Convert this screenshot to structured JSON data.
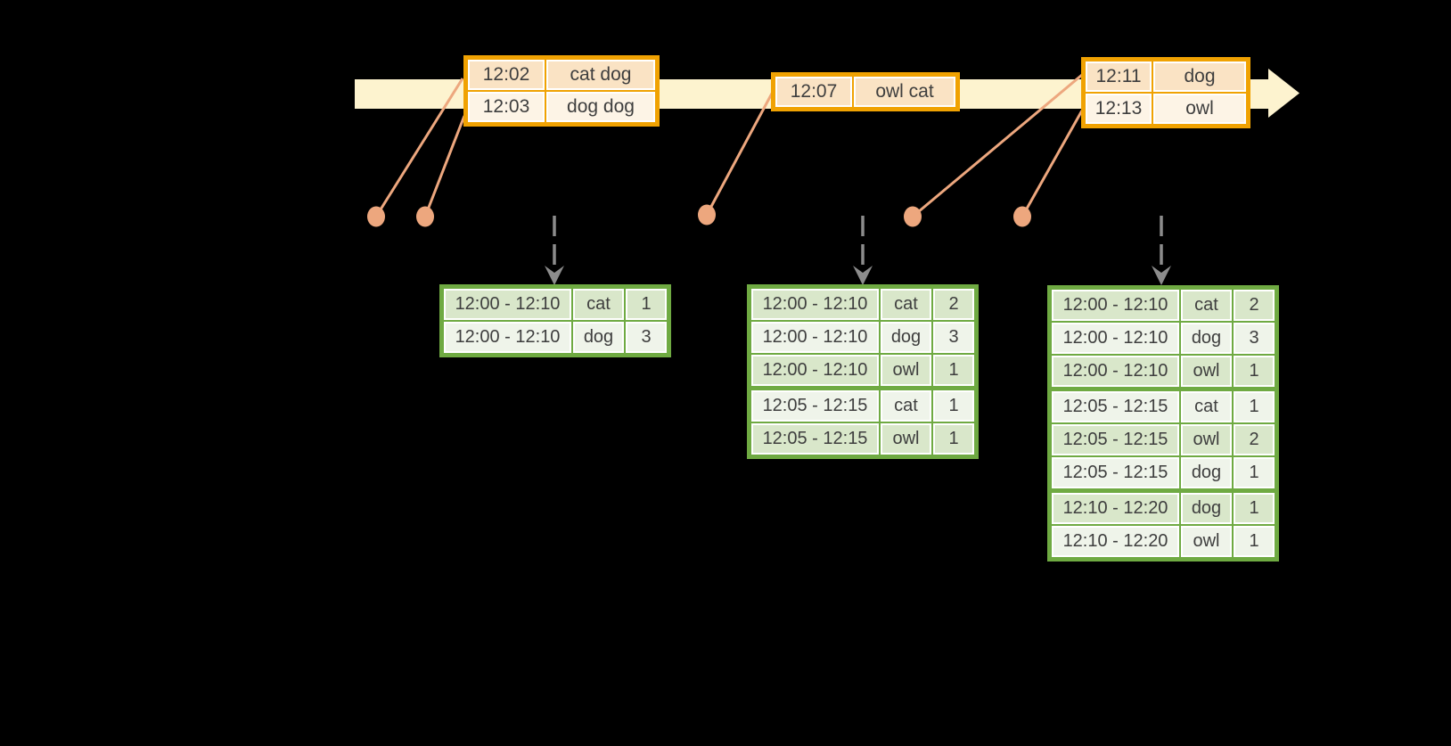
{
  "colors": {
    "background": "#000000",
    "timeline_band": "#fdf3cf",
    "event_table_border": "#f0a202",
    "event_row_fill": "#fae3c4",
    "event_row_fill_alt": "#fdf4e6",
    "connector_salmon": "#eda77e",
    "result_table_border": "#6faa42",
    "result_row_fill": "#d9e7ca",
    "result_row_fill_alt": "#eff4ea",
    "trigger_arrow_gray": "#8c8c8c",
    "text": "#3e3e3e"
  },
  "event_stream": {
    "tables": [
      {
        "rows": [
          [
            "12:02",
            "cat dog"
          ],
          [
            "12:03",
            "dog dog"
          ]
        ]
      },
      {
        "rows": [
          [
            "12:07",
            "owl cat"
          ]
        ]
      },
      {
        "rows": [
          [
            "12:11",
            "dog"
          ],
          [
            "12:13",
            "owl"
          ]
        ]
      }
    ]
  },
  "result_tables": [
    {
      "rows": [
        [
          "12:00 - 12:10",
          "cat",
          "1"
        ],
        [
          "12:00 - 12:10",
          "dog",
          "3"
        ]
      ]
    },
    {
      "rows": [
        [
          "12:00 - 12:10",
          "cat",
          "2"
        ],
        [
          "12:00 - 12:10",
          "dog",
          "3"
        ],
        [
          "12:00 - 12:10",
          "owl",
          "1"
        ],
        [
          "12:05 - 12:15",
          "cat",
          "1"
        ],
        [
          "12:05 - 12:15",
          "owl",
          "1"
        ]
      ]
    },
    {
      "rows": [
        [
          "12:00 - 12:10",
          "cat",
          "2"
        ],
        [
          "12:00 - 12:10",
          "dog",
          "3"
        ],
        [
          "12:00 - 12:10",
          "owl",
          "1"
        ],
        [
          "12:05 - 12:15",
          "cat",
          "1"
        ],
        [
          "12:05 - 12:15",
          "owl",
          "2"
        ],
        [
          "12:05 - 12:15",
          "dog",
          "1"
        ],
        [
          "12:10 - 12:20",
          "dog",
          "1"
        ],
        [
          "12:10 - 12:20",
          "owl",
          "1"
        ]
      ]
    }
  ]
}
